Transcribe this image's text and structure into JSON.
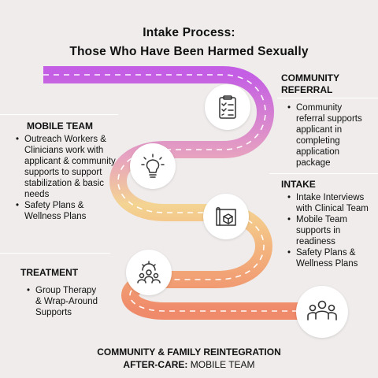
{
  "title": {
    "line1": "Intake Process:",
    "line2": "Those Who Have Been Harmed Sexually"
  },
  "community_referral": {
    "heading_line1": "COMMUNITY",
    "heading_line2": "REFERRAL",
    "items": [
      "Community referral supports applicant in completing application package"
    ]
  },
  "mobile_team": {
    "heading": "MOBILE TEAM",
    "items": [
      "Outreach Workers & Clinicians work with applicant & community supports to support stabilization & basic needs",
      "Safety Plans & Wellness Plans"
    ]
  },
  "intake": {
    "heading": "INTAKE",
    "items": [
      "Intake Interviews with Clinical Team",
      "Mobile Team supports in readiness",
      "Safety Plans & Wellness Plans"
    ]
  },
  "treatment": {
    "heading": "TREATMENT",
    "items": [
      "Group Therapy & Wrap-Around Supports"
    ]
  },
  "footer": {
    "line1": "COMMUNITY & FAMILY REINTEGRATION",
    "line2_bold": "AFTER-CARE:",
    "line2_rest": " MOBILE TEAM"
  },
  "icons": [
    "checklist-icon",
    "lightbulb-icon",
    "blueprint-icon",
    "team-gear-icon",
    "people-group-icon"
  ],
  "colors": {
    "road_start": "#c25ee6",
    "road_mid": "#f1c98a",
    "road_end": "#f08c6a",
    "background": "#efeceb"
  }
}
